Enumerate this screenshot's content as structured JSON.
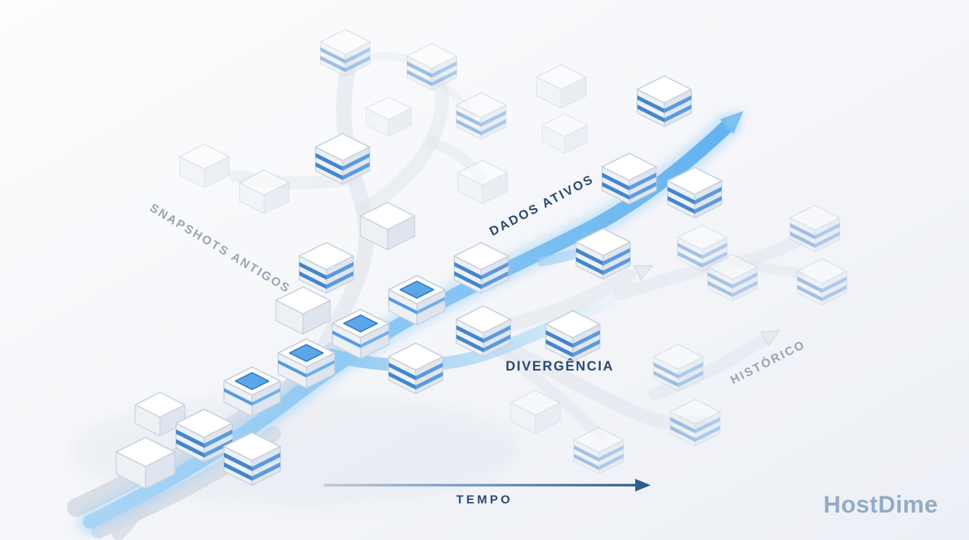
{
  "diagram": {
    "labels": {
      "snapshots_antigos": "SNAPSHOTS ANTIGOS",
      "dados_ativos": "DADOS ATIVOS",
      "divergencia": "DIVERGÊNCIA",
      "historico": "HISTÓRICO",
      "tempo": "TEMPO"
    },
    "brand": "HostDime",
    "colors": {
      "active_path": "#7fc0f0",
      "inactive_path": "#dfe4ec",
      "label_active": "#2b4a6f",
      "label_inactive": "#9aa4b2",
      "brand_color": "#93abc7",
      "server_stripe": "#4486cd",
      "tempo_arrow": "#2e5e8e"
    }
  }
}
